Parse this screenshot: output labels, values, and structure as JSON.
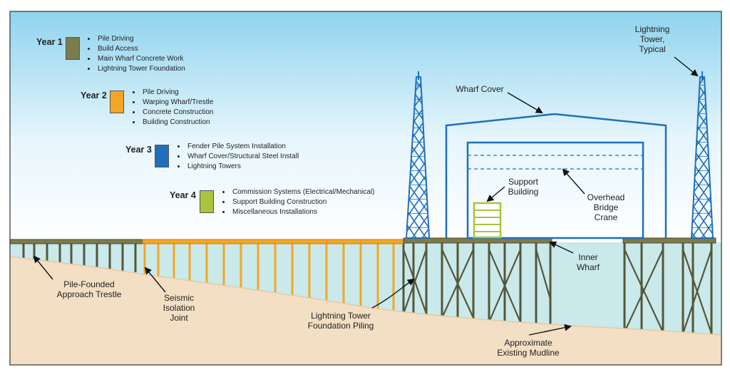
{
  "legend": [
    {
      "year": "Year 1",
      "color": "#7c7b4c",
      "items": [
        "Pile Driving",
        "Build Access",
        "Main Wharf Concrete Work",
        "Lightning Tower Foundation"
      ]
    },
    {
      "year": "Year 2",
      "color": "#f5a623",
      "items": [
        "Pile Driving",
        "Warping Wharf/Trestle",
        "Concrete Construction",
        "Building Construction"
      ]
    },
    {
      "year": "Year 3",
      "color": "#1f6fba",
      "items": [
        "Fender Pile System Installation",
        "Wharf Cover/Structural Steel Install",
        "Lightning Towers"
      ]
    },
    {
      "year": "Year 4",
      "color": "#a8c43c",
      "items": [
        "Commission Systems (Electrical/Mechanical)",
        "Support Building Construction",
        "Miscellaneous Installations"
      ]
    }
  ],
  "labels": {
    "lightning_tower": "Lightning\nTower,\nTypical",
    "wharf_cover": "Wharf Cover",
    "support_building": "Support\nBuilding",
    "overhead_crane": "Overhead\nBridge\nCrane",
    "inner_wharf": "Inner\nWharf",
    "approach_trestle": "Pile-Founded\nApproach Trestle",
    "seismic_joint": "Seismic\nIsolation\nJoint",
    "tower_piling": "Lightning Tower\nFoundation Piling",
    "mudline": "Approximate\nExisting Mudline"
  },
  "colors": {
    "sky_top": "#8fd3ee",
    "sky_bottom": "#ffffff",
    "water": "#c9e9ea",
    "mud": "#f3dfc4",
    "year1": "#7c7b4c",
    "year2": "#f5a623",
    "year3": "#1f6fba",
    "year4": "#a8c43c"
  }
}
